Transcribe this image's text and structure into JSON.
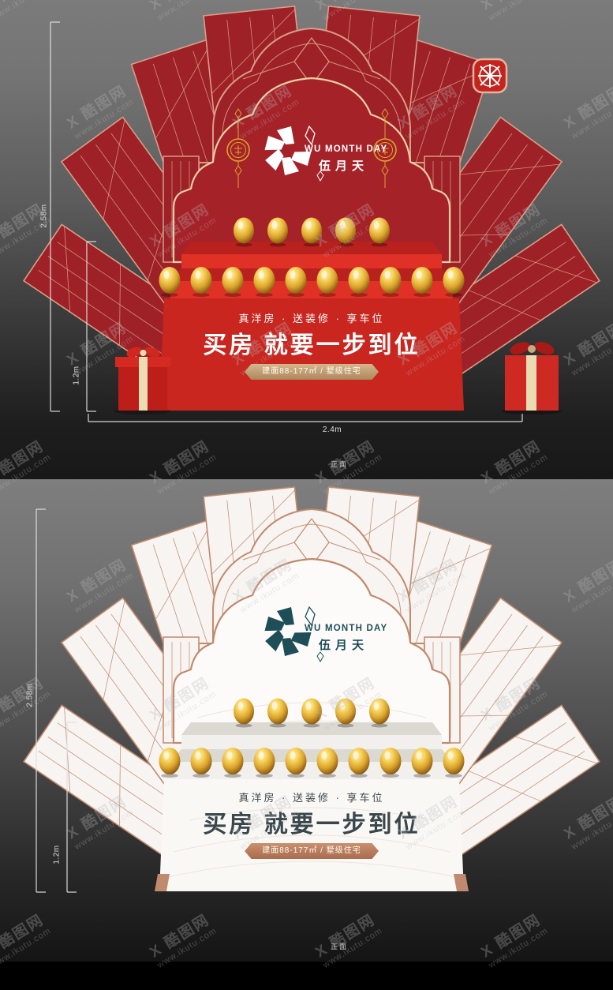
{
  "watermark": {
    "mark": "X",
    "site_name": "酷图网",
    "site_url": "www.ikutu.com"
  },
  "stamp": {
    "color": "#c3241e"
  },
  "panels": [
    {
      "id": "front-red",
      "view_label": "正面",
      "logo": {
        "en": "WU MONTH DAY",
        "zh": "伍月天"
      },
      "tagline": "真洋房 · 送装修 · 享车位",
      "headline": "买房 就要一步到位",
      "area_badge": "建面88-177㎡ / 墅级住宅",
      "dimensions": {
        "total_height": "2.58m",
        "base_height": "1.2m",
        "width": "2.4m"
      },
      "eggs": {
        "top_row": 5,
        "bottom_row": 10
      },
      "colors": {
        "backdrop": "#9e2127",
        "line": "#d79e87",
        "arch_panel": "#a62229",
        "arch_outline": "#eccfa2",
        "platform": "#e03126",
        "platform_dark": "#b8211e",
        "base": "#c92620",
        "logo": "#ffffff",
        "text": "#ffffff",
        "badge_start": "#d6b68c",
        "badge_end": "#ad875b",
        "gold": "#d9a62e",
        "gift_red": "#c2201b",
        "ribbon": "#ecdcb4"
      },
      "features": {
        "ornaments": true,
        "gift_boxes": true,
        "width_dimension": true,
        "corner_feet": false,
        "base_texture": false
      }
    },
    {
      "id": "front-white",
      "view_label": "正面",
      "logo": {
        "en": "WU MONTH DAY",
        "zh": "伍月天"
      },
      "tagline": "真洋房 · 送装修 · 享车位",
      "headline": "买房 就要一步到位",
      "area_badge": "建面88-177㎡ / 墅级住宅",
      "dimensions": {
        "total_height": "2.58m",
        "base_height": "1.2m"
      },
      "eggs": {
        "top_row": 5,
        "bottom_row": 10
      },
      "colors": {
        "backdrop": "#f7f4f1",
        "line": "#c08a6e",
        "arch_panel": "#fcfbf9",
        "arch_outline": "#c08a6e",
        "platform": "#f2f0ec",
        "platform_dark": "#dcd8d2",
        "base": "#faf8f5",
        "logo": "#1e4e58",
        "text": "#39474c",
        "badge_start": "#c98f6d",
        "badge_end": "#a96c4f",
        "gold": "#d9a62e",
        "texture": "#ebe5de"
      },
      "features": {
        "ornaments": false,
        "gift_boxes": false,
        "width_dimension": false,
        "corner_feet": true,
        "base_texture": true
      }
    }
  ]
}
